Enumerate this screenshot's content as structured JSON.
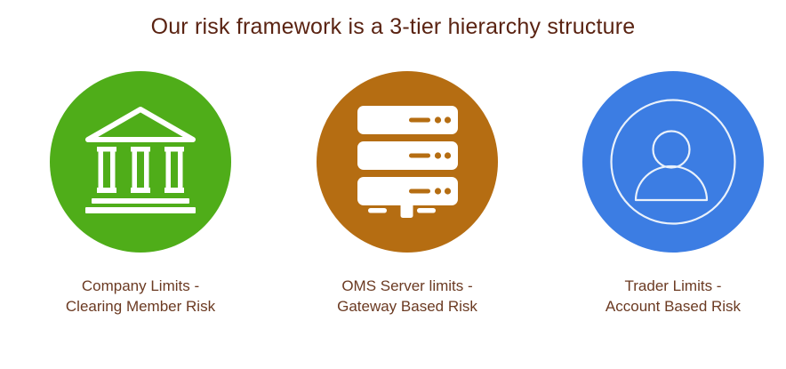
{
  "title": "Our risk framework is a 3-tier hierarchy structure",
  "colors": {
    "background": "#FFFFFF",
    "title_text": "#5A2312",
    "label_text": "#6B3A22",
    "tier1_circle_green": "#4FAD19",
    "tier2_circle_orange": "#B56D12",
    "tier3_circle_blue": "#3C7DE3",
    "icon_white": "#FFFFFF"
  },
  "tiers": [
    {
      "name": "company-limits",
      "icon": "bank-icon",
      "circle_color": "#4FAD19",
      "label_line1": "Company Limits -",
      "label_line2": "Clearing Member Risk"
    },
    {
      "name": "oms-server-limits",
      "icon": "server-icon",
      "circle_color": "#B56D12",
      "label_line1": "OMS Server limits -",
      "label_line2": "Gateway Based Risk"
    },
    {
      "name": "trader-limits",
      "icon": "person-icon",
      "circle_color": "#3C7DE3",
      "label_line1": "Trader Limits -",
      "label_line2": "Account Based Risk"
    }
  ]
}
